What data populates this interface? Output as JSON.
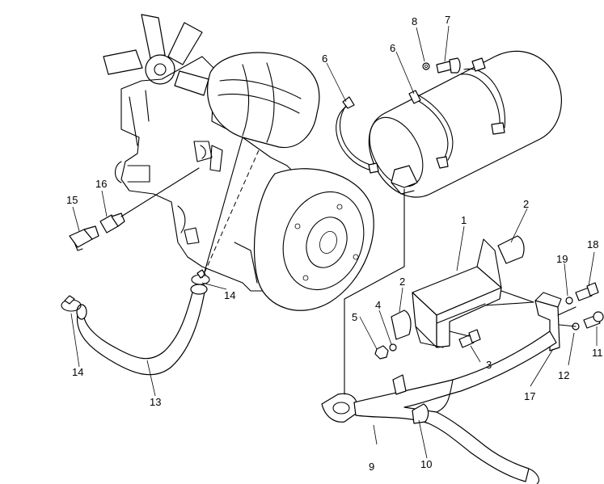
{
  "diagram": {
    "callouts": {
      "c1": "1",
      "c2a": "2",
      "c2b": "2",
      "c3": "3",
      "c4": "4",
      "c5": "5",
      "c6a": "6",
      "c6b": "6",
      "c7": "7",
      "c8": "8",
      "c9": "9",
      "c10": "10",
      "c11": "11",
      "c12": "12",
      "c13": "13",
      "c14a": "14",
      "c14b": "14",
      "c15": "15",
      "c16": "16",
      "c17": "17",
      "c18": "18",
      "c19": "19"
    }
  }
}
